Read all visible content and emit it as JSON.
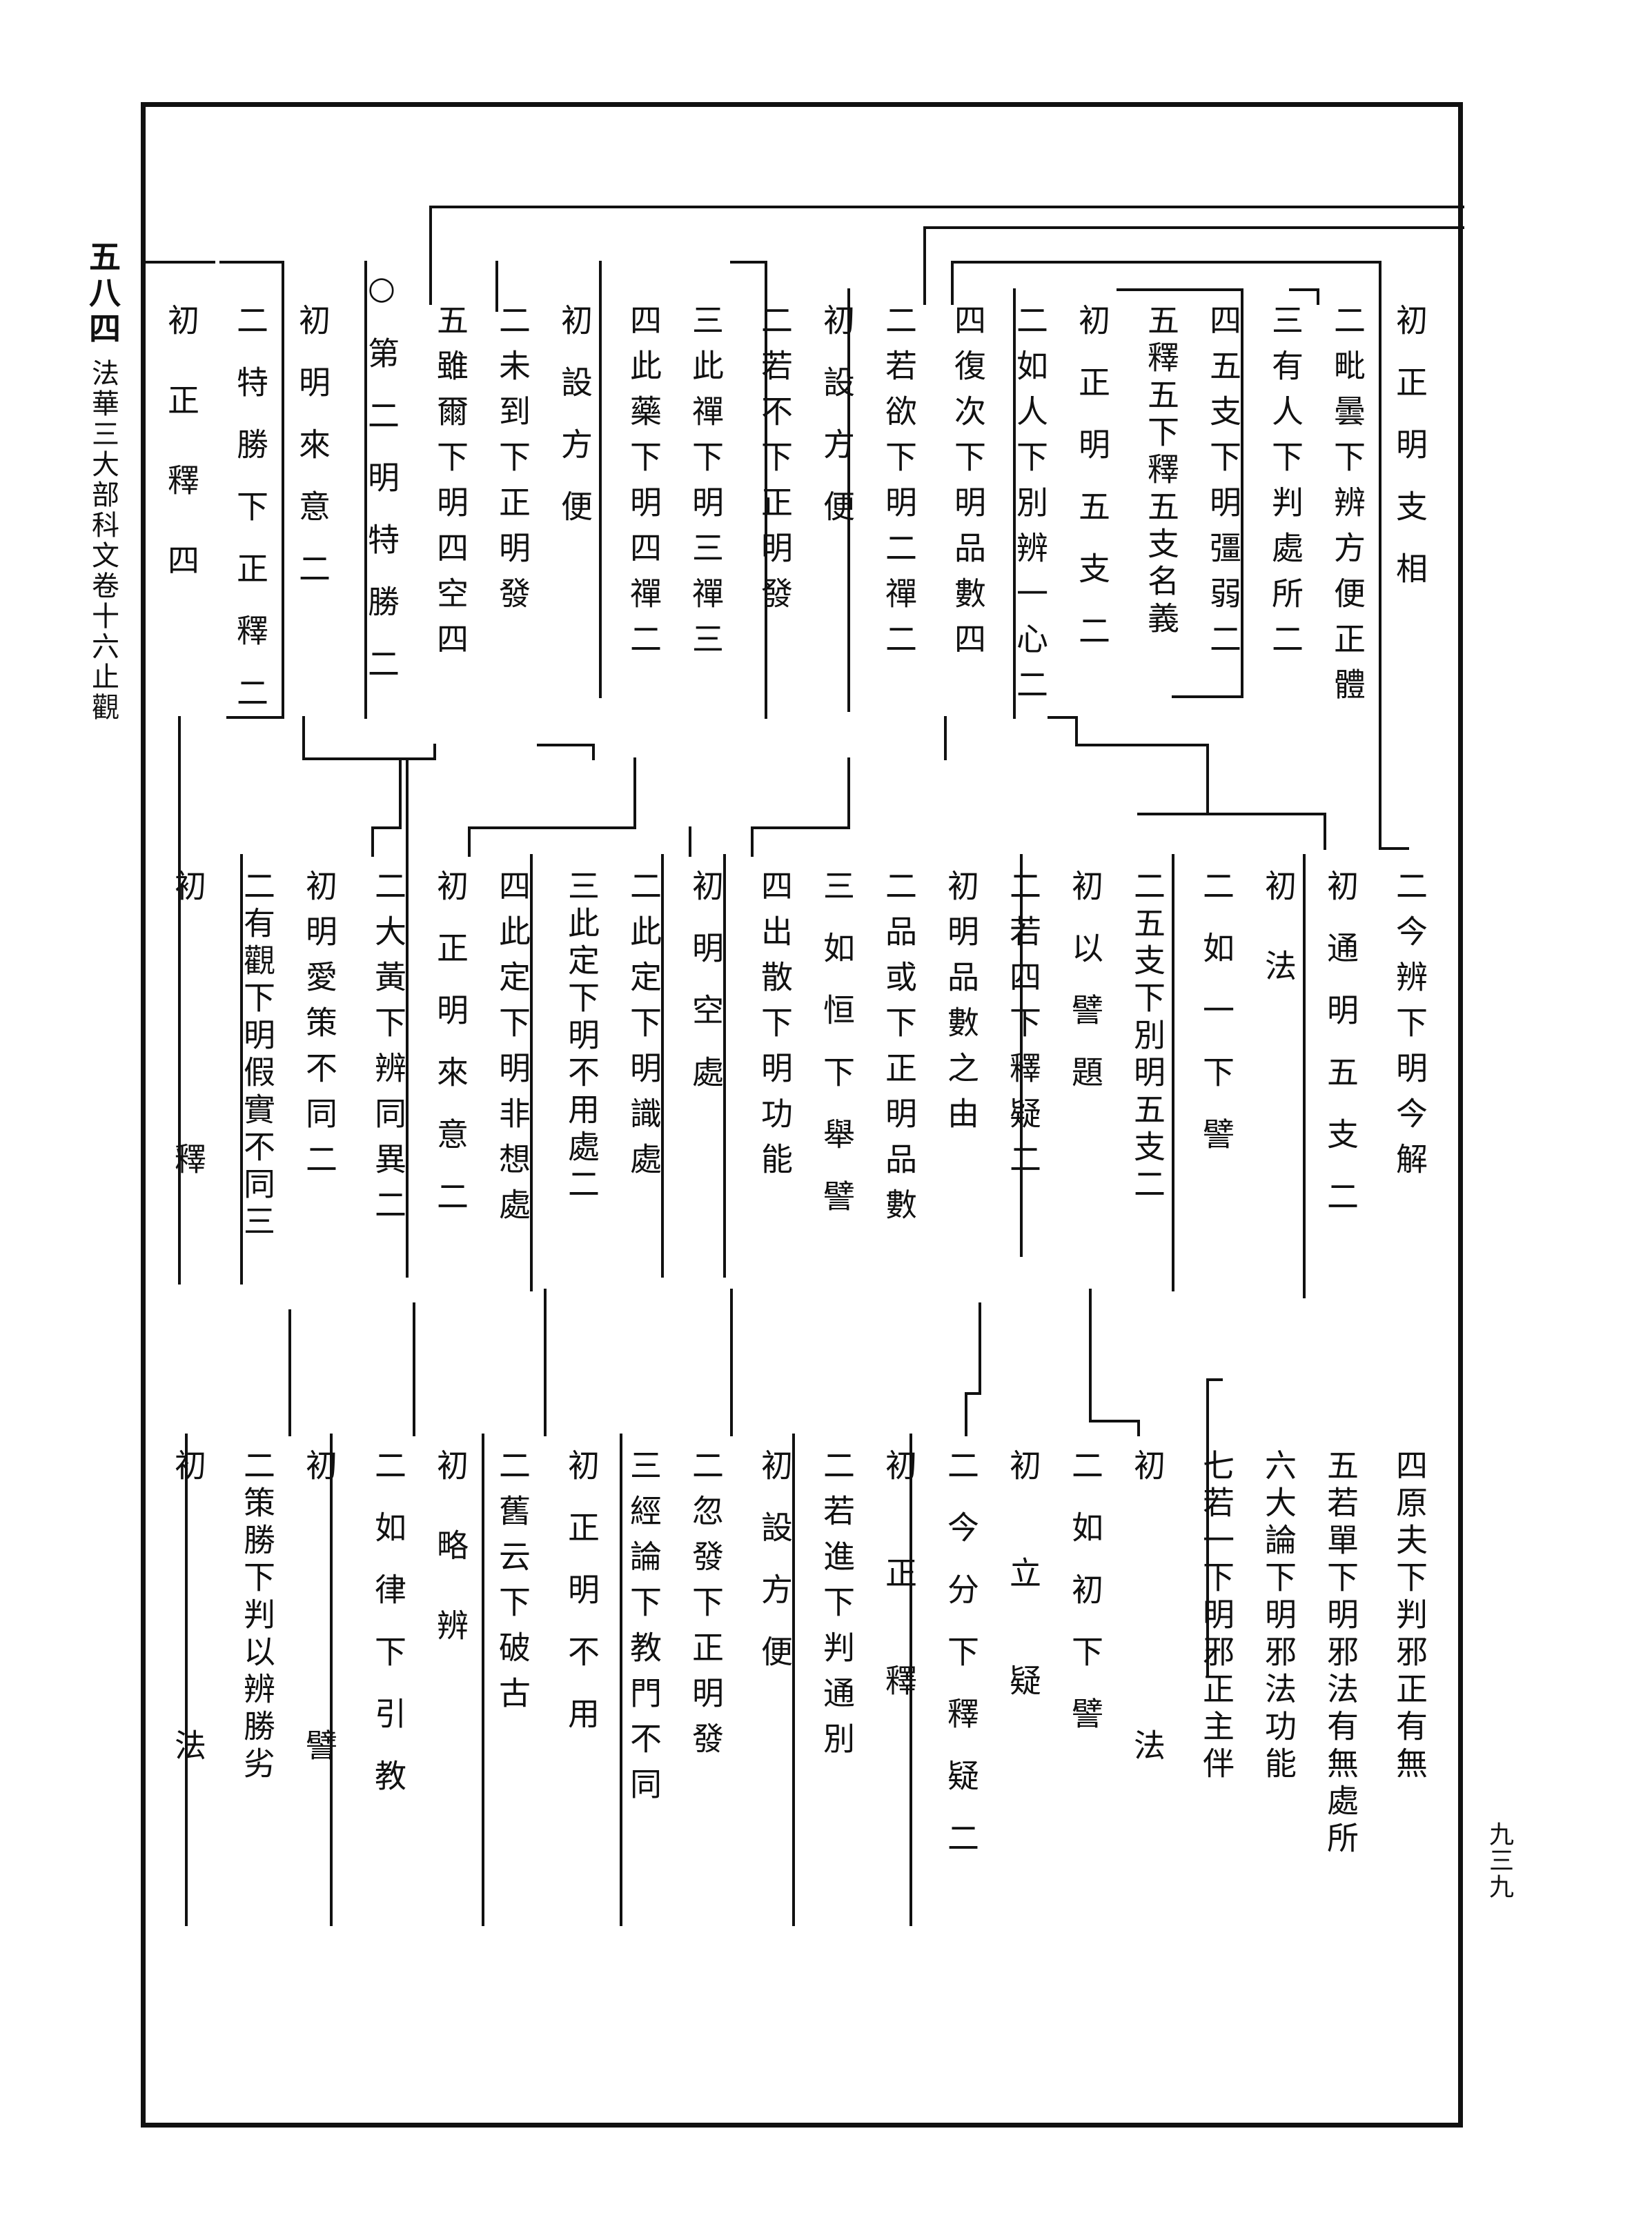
{
  "margin": {
    "left_header": "五八四",
    "left_title": "法華三大部科文卷十六止觀",
    "right_folio": "九三九"
  },
  "tier1": [
    "初正明支相",
    "二毗曇下辨方便正體",
    "三有人下判處所二",
    "四五支下明彊弱二",
    "五釋五下釋五支名義",
    "初正明五支二",
    "二如人下別辨一心二",
    "四復次下明品數四",
    "二若欲下明二禪二",
    "初設方便",
    "二若不下正明發",
    "三此禪下明三禪三",
    "四此藥下明四禪二",
    "初設方便",
    "二未到下正明發",
    "五雖爾下明四空四",
    "○第二明特勝二",
    "初明來意二",
    "二特勝下正釋二",
    "初正釋四"
  ],
  "tier2": [
    "二今辨下明今解",
    "初通明五支二",
    "初法",
    "二如一下譬",
    "二五支下別明五支二",
    "初以譬題",
    "二若四下釋疑二",
    "初明品數之由",
    "二品或下正明品數",
    "三如恒下舉譬",
    "四出散下明功能",
    "初明空處",
    "二此定下明識處",
    "三此定下明不用處二",
    "四此定下明非想處",
    "初正明來意二",
    "二大黃下辨同異二",
    "初明愛策不同二",
    "二有觀下明假實不同三",
    "初釋"
  ],
  "tier3": [
    "四原夫下判邪正有無",
    "五若單下明邪法有無處所",
    "六大論下明邪法功能",
    "七若一下明邪正主伴",
    "初法",
    "二如初下譬",
    "初立疑",
    "二今分下釋疑二",
    "初正釋",
    "二若進下判通別",
    "初設方便",
    "二忽發下正明發",
    "三經論下教門不同",
    "初正明不用",
    "二舊云下破古",
    "初略辨",
    "二如律下引教",
    "初譬",
    "二策勝下判以辨勝劣",
    "初法"
  ]
}
